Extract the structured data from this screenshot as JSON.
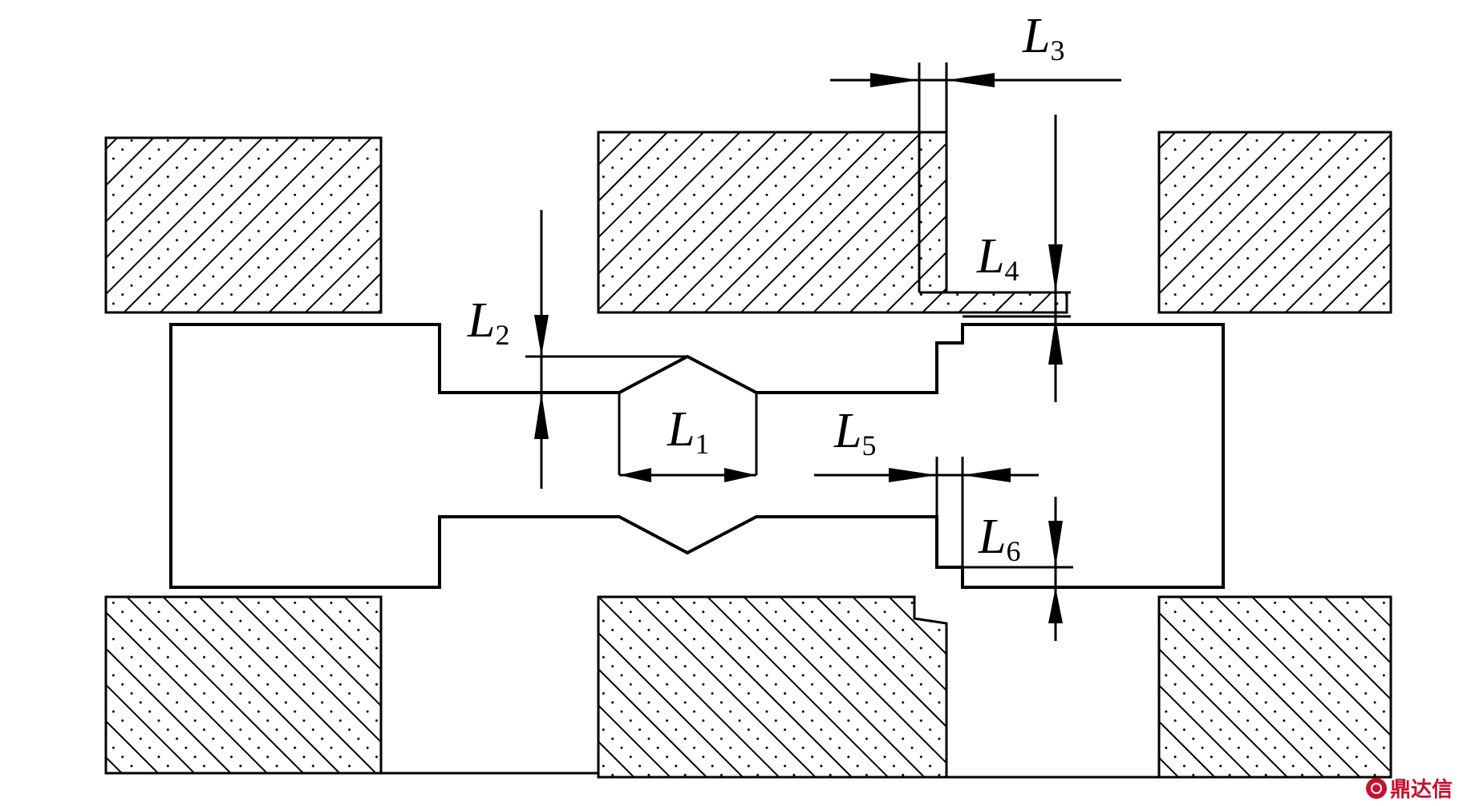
{
  "diagram": {
    "labels": {
      "L1": {
        "letter": "L",
        "sub": "1"
      },
      "L2": {
        "letter": "L",
        "sub": "2"
      },
      "L3": {
        "letter": "L",
        "sub": "3"
      },
      "L4": {
        "letter": "L",
        "sub": "4"
      },
      "L5": {
        "letter": "L",
        "sub": "5"
      },
      "L6": {
        "letter": "L",
        "sub": "6"
      }
    }
  },
  "watermark": {
    "text": "鼎达信"
  },
  "colors": {
    "ink": "#000000",
    "background": "#ffffff",
    "watermark": "#c8102e"
  }
}
